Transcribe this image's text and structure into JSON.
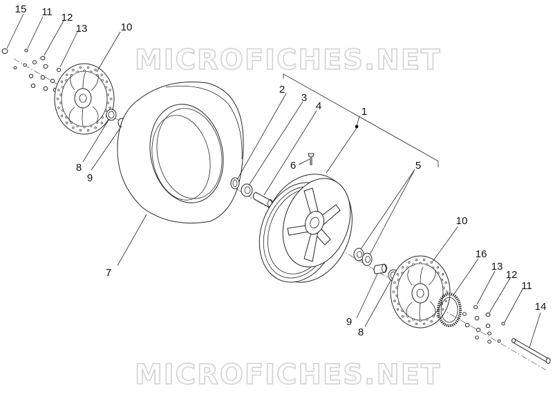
{
  "watermark": "MICROFICHES.NET",
  "callouts": {
    "c15": "15",
    "c11a": "11",
    "c12a": "12",
    "c13a": "13",
    "c10a": "10",
    "c2": "2",
    "c3": "3",
    "c4": "4",
    "c1": "1",
    "c6": "6",
    "c5": "5",
    "c8a": "8",
    "c9a": "9",
    "c7": "7",
    "c10b": "10",
    "c16": "16",
    "c13b": "13",
    "c12b": "12",
    "c11b": "11",
    "c14": "14",
    "c9b": "9",
    "c8b": "8"
  }
}
